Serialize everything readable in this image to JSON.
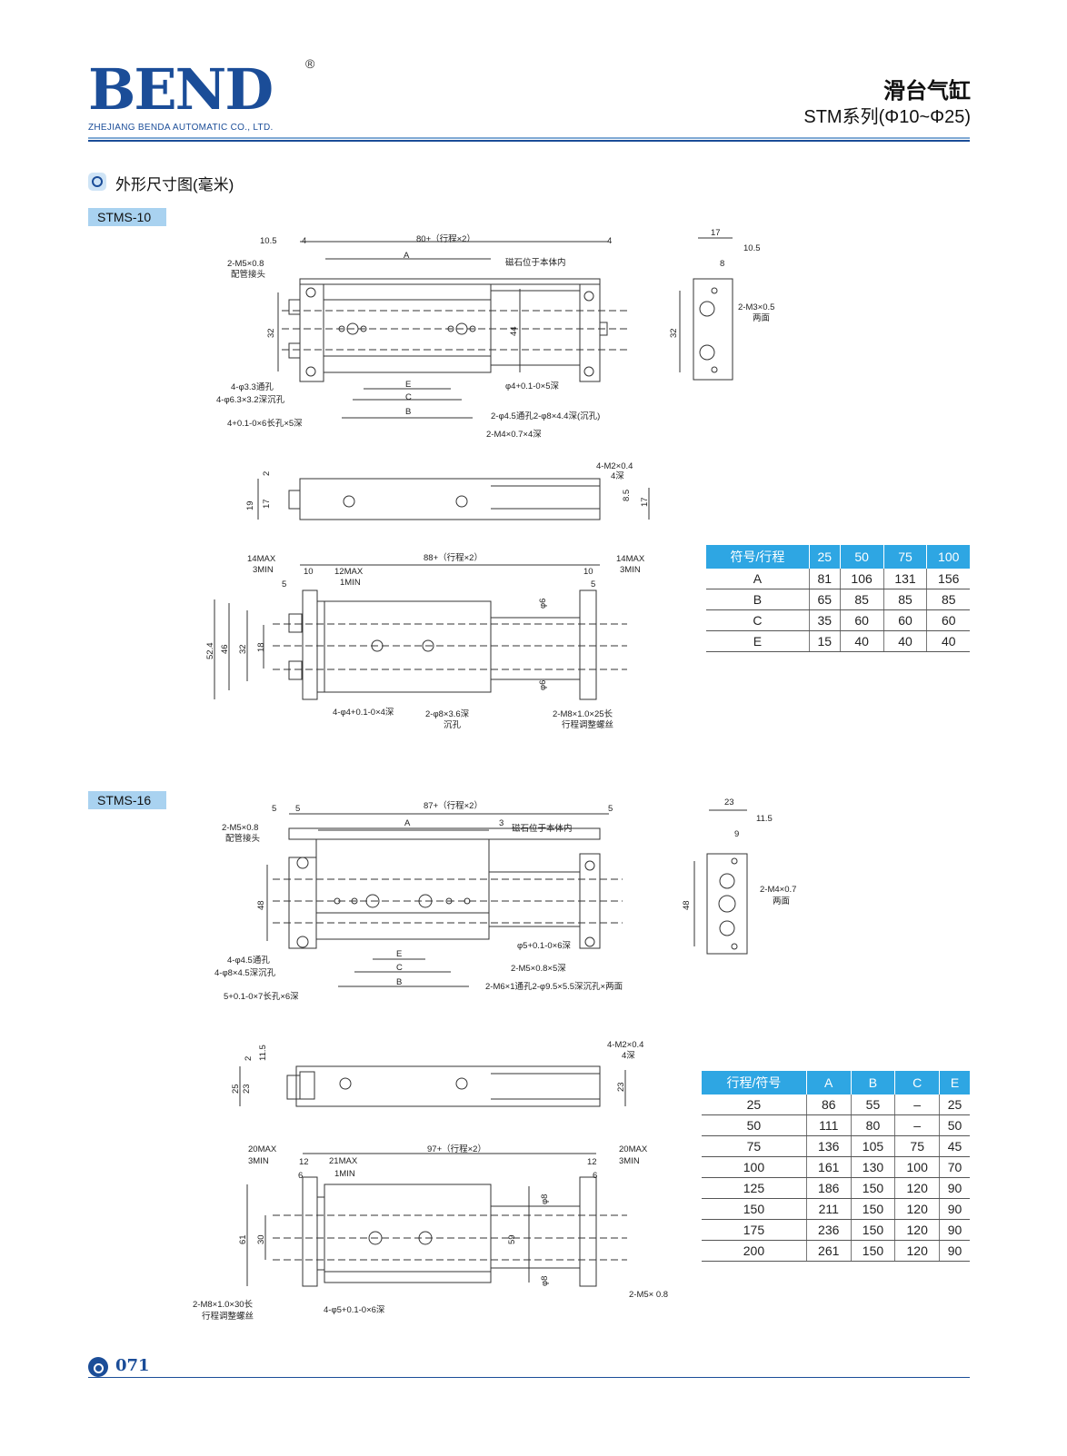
{
  "header": {
    "logo": "BEND",
    "registered": "®",
    "company": "ZHEJIANG BENDA  AUTOMATIC CO., LTD.",
    "title": "滑台气缸",
    "subtitle": "STM系列(Φ10~Φ25)"
  },
  "section": {
    "title": "外形尺寸图(毫米)"
  },
  "stms10": {
    "tag": "STMS-10",
    "labels": [
      "10.5",
      "4",
      "80+（行程×2）",
      "4",
      "A",
      "磁石位于本体内",
      "2-M5×0.8",
      "配管接头",
      "32",
      "44",
      "4-φ3.3通孔",
      "4-φ6.3×3.2深沉孔",
      "4+0.1-0×6长孔×5深",
      "E",
      "C",
      "B",
      "φ4+0.1-0×5深",
      "2-φ4.5通孔2-φ8×4.4深(沉孔)",
      "2-M4×0.7×4深",
      "17",
      "10.5",
      "8",
      "2-M3×0.5",
      "两面",
      "32",
      "2",
      "19",
      "17",
      "4-M2×0.4",
      "4深",
      "8.5",
      "17",
      "14MAX",
      "3MIN",
      "10",
      "12MAX",
      "1MIN",
      "88+（行程×2）",
      "14MAX",
      "3MIN",
      "10",
      "5",
      "5",
      "φ6",
      "φ6",
      "52.4",
      "46",
      "32",
      "18",
      "4-φ4+0.1-0×4深",
      "2-φ8×3.6深",
      "沉孔",
      "2-M8×1.0×25长",
      "行程调整螺丝"
    ],
    "table": {
      "header": [
        "符号/行程",
        "25",
        "50",
        "75",
        "100"
      ],
      "rows": [
        [
          "A",
          "81",
          "106",
          "131",
          "156"
        ],
        [
          "B",
          "65",
          "85",
          "85",
          "85"
        ],
        [
          "C",
          "35",
          "60",
          "60",
          "60"
        ],
        [
          "E",
          "15",
          "40",
          "40",
          "40"
        ]
      ]
    }
  },
  "stms16": {
    "tag": "STMS-16",
    "labels": [
      "5",
      "5",
      "87+（行程×2）",
      "5",
      "A",
      "3",
      "磁石位于本体内",
      "2-M5×0.8",
      "配管接头",
      "48",
      "4-φ4.5通孔",
      "4-φ8×4.5深沉孔",
      "5+0.1-0×7长孔×6深",
      "E",
      "C",
      "B",
      "φ5+0.1-0×6深",
      "2-M5×0.8×5深",
      "2-M6×1通孔2-φ9.5×5.5深沉孔×两面",
      "23",
      "11.5",
      "9",
      "2-M4×0.7",
      "两面",
      "48",
      "2",
      "11.5",
      "25",
      "23",
      "4-M2×0.4",
      "4深",
      "23",
      "20MAX",
      "3MIN",
      "12",
      "21MAX",
      "1MIN",
      "97+（行程×2）",
      "20MAX",
      "3MIN",
      "12",
      "6",
      "6",
      "φ8",
      "φ8",
      "61",
      "30",
      "59",
      "2-M8×1.0×30长",
      "行程调整螺丝",
      "4-φ5+0.1-0×6深",
      "2-M5× 0.8"
    ],
    "table": {
      "header": [
        "行程/符号",
        "A",
        "B",
        "C",
        "E"
      ],
      "rows": [
        [
          "25",
          "86",
          "55",
          "–",
          "25"
        ],
        [
          "50",
          "111",
          "80",
          "–",
          "50"
        ],
        [
          "75",
          "136",
          "105",
          "75",
          "45"
        ],
        [
          "100",
          "161",
          "130",
          "100",
          "70"
        ],
        [
          "125",
          "186",
          "150",
          "120",
          "90"
        ],
        [
          "150",
          "211",
          "150",
          "120",
          "90"
        ],
        [
          "175",
          "236",
          "150",
          "120",
          "90"
        ],
        [
          "200",
          "261",
          "150",
          "120",
          "90"
        ]
      ]
    }
  },
  "footer": {
    "page": "071"
  }
}
